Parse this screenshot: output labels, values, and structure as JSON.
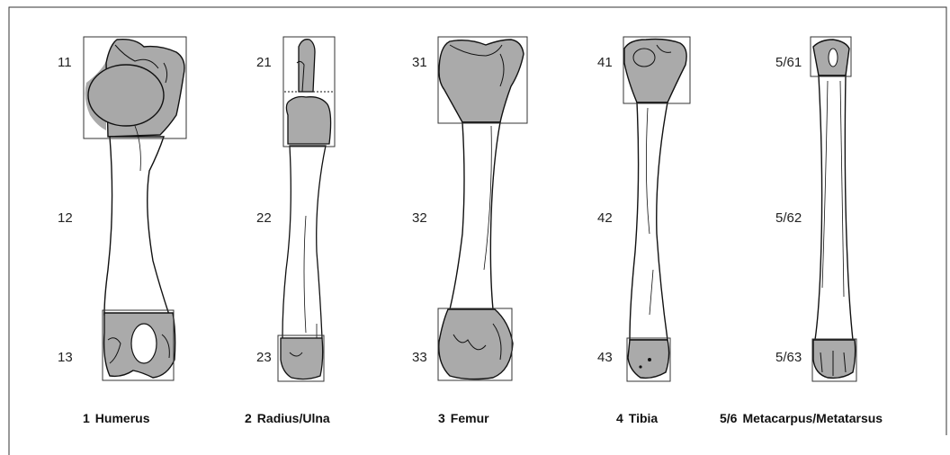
{
  "colors": {
    "bone_fill": "#ffffff",
    "segment_fill": "#aaaaaa",
    "stroke": "#111111",
    "frame": "#333333"
  },
  "bones": [
    {
      "number": "1",
      "name": "Humerus",
      "segments": {
        "proximal": "11",
        "shaft": "12",
        "distal": "13"
      }
    },
    {
      "number": "2",
      "name": "Radius/Ulna",
      "segments": {
        "proximal": "21",
        "shaft": "22",
        "distal": "23"
      }
    },
    {
      "number": "3",
      "name": "Femur",
      "segments": {
        "proximal": "31",
        "shaft": "32",
        "distal": "33"
      }
    },
    {
      "number": "4",
      "name": "Tibia",
      "segments": {
        "proximal": "41",
        "shaft": "42",
        "distal": "43"
      }
    },
    {
      "number": "5/6",
      "name": "Metacarpus/Metatarsus",
      "segments": {
        "proximal": "5/61",
        "shaft": "5/62",
        "distal": "5/63"
      }
    }
  ]
}
